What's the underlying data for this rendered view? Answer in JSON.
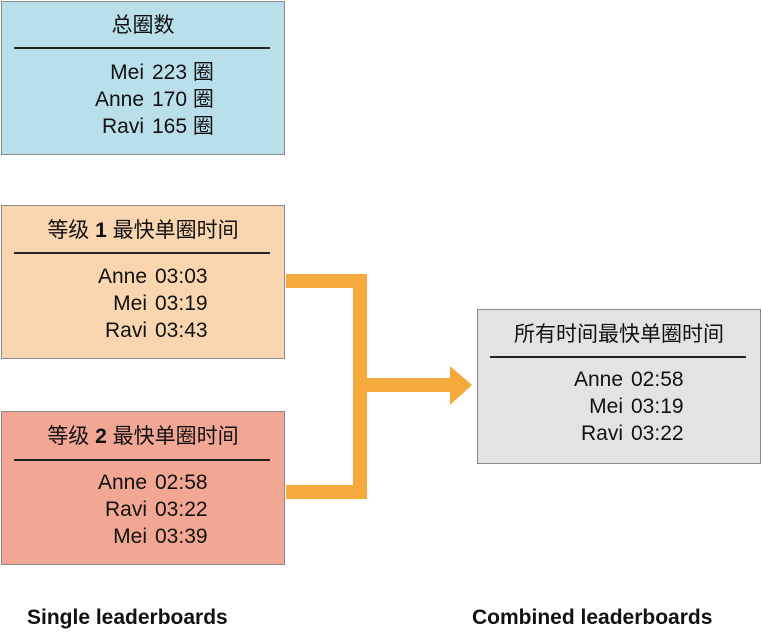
{
  "total_laps": {
    "title": "总圈数",
    "rows": [
      {
        "name": "Mei",
        "value": "223 圈"
      },
      {
        "name": "Anne",
        "value": "170 圈"
      },
      {
        "name": "Ravi",
        "value": "165 圈"
      }
    ]
  },
  "class1": {
    "title_prefix": "等级 ",
    "title_num": "1",
    "title_suffix": " 最快单圈时间",
    "rows": [
      {
        "name": "Anne",
        "value": "03:03"
      },
      {
        "name": "Mei",
        "value": "03:19"
      },
      {
        "name": "Ravi",
        "value": "03:43"
      }
    ]
  },
  "class2": {
    "title_prefix": "等级 ",
    "title_num": "2",
    "title_suffix": " 最快单圈时间",
    "rows": [
      {
        "name": "Anne",
        "value": "02:58"
      },
      {
        "name": "Ravi",
        "value": "03:22"
      },
      {
        "name": "Mei",
        "value": "03:39"
      }
    ]
  },
  "combined": {
    "title": "所有时间最快单圈时间",
    "rows": [
      {
        "name": "Anne",
        "value": "02:58"
      },
      {
        "name": "Mei",
        "value": "03:19"
      },
      {
        "name": "Ravi",
        "value": "03:22"
      }
    ]
  },
  "captions": {
    "single": "Single leaderboards",
    "combined": "Combined leaderboards"
  },
  "colors": {
    "total_bg": "#b9dfeb",
    "class1_bg": "#f9d6b0",
    "class2_bg": "#f2a795",
    "combined_bg": "#e2e3e3",
    "connector": "#f6a93b"
  }
}
